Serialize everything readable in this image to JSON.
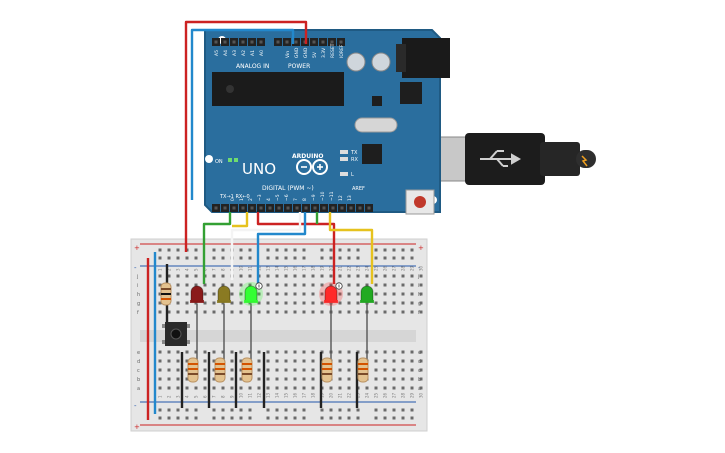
{
  "board": {
    "logo_text": "UNO",
    "brand_text": "ARDUINO",
    "power_label": "POWER",
    "analog_label": "ANALOG IN",
    "digital_label": "DIGITAL (PWM ~)",
    "on_label": "ON",
    "tx_label": "TX",
    "rx_label": "RX",
    "l_label": "L",
    "aref_label": "AREF",
    "gnd_label": "GND",
    "txrx_label": "TX→1  RX←0",
    "analog_pins": [
      "A5",
      "A4",
      "A3",
      "A2",
      "A1",
      "A0"
    ],
    "power_pins": [
      "Vin",
      "GND",
      "GND",
      "5V",
      "3.3V",
      "RESET",
      "IOREF"
    ],
    "digital_pins": [
      "0",
      "1",
      "2",
      "~3",
      "4",
      "~5",
      "~6",
      "7",
      "8",
      "~9",
      "~10",
      "~11",
      "12",
      "13"
    ]
  },
  "breadboard": {
    "row_letters_top": [
      "j",
      "i",
      "h",
      "g",
      "f"
    ],
    "row_letters_bottom": [
      "e",
      "d",
      "c",
      "b",
      "a"
    ],
    "column_numbers": [
      "1",
      "2",
      "3",
      "4",
      "5",
      "6",
      "7",
      "8",
      "9",
      "10",
      "11",
      "12",
      "13",
      "14",
      "15",
      "16",
      "17",
      "18",
      "19",
      "20",
      "21",
      "22",
      "23",
      "24",
      "25",
      "26",
      "27",
      "28",
      "29",
      "30"
    ],
    "rail_plus": "+",
    "rail_minus": "-"
  },
  "colors": {
    "board": "#2a6e9e",
    "board_dark": "#1f5a83",
    "header": "#222222",
    "breadboard": "#e6e6e6",
    "wire_red": "#cc2222",
    "wire_blue": "#2288cc",
    "wire_green": "#33a033",
    "wire_yellow": "#e6c21e",
    "wire_white": "#f0f0f0",
    "led_darkred": "#8a1a1a",
    "led_olive": "#8a7a22",
    "led_bright_green": "#33ff33",
    "led_bright_red": "#ff2a2a",
    "led_green": "#22aa22"
  },
  "components": {
    "leds": [
      {
        "name": "led-dark-red",
        "color": "#8a1a1a",
        "lit": false
      },
      {
        "name": "led-olive",
        "color": "#8a7a22",
        "lit": false
      },
      {
        "name": "led-bright-green",
        "color": "#33ff33",
        "lit": true
      },
      {
        "name": "led-bright-red",
        "color": "#ff2a2a",
        "lit": true
      },
      {
        "name": "led-green",
        "color": "#22aa22",
        "lit": false
      }
    ],
    "resistor_count": 6,
    "pushbutton_count": 1,
    "usb_cable_icon": "usb-icon",
    "power_jack": "power-jack"
  }
}
